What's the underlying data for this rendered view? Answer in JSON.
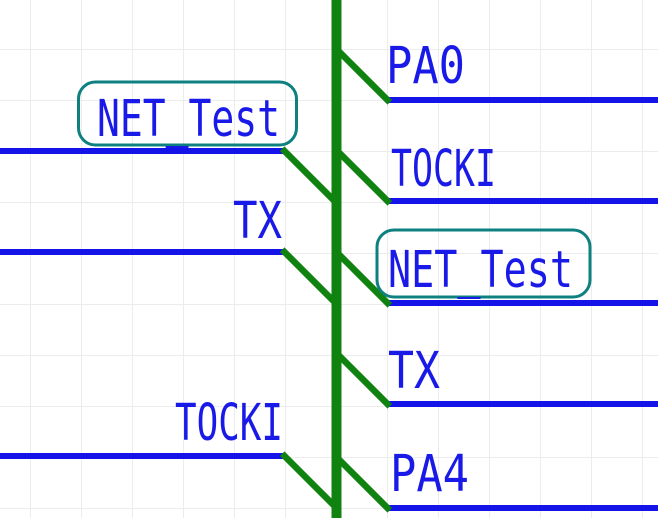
{
  "app": {
    "view": "schematic-canvas",
    "highlighted_net": "NET_Test"
  },
  "colors": {
    "wire": "#1414E8",
    "bus": "#108210",
    "label": "#1A1AE8",
    "highlight": "#0F8080",
    "grid": "#ECECEC",
    "bg": "#FFFFFF"
  },
  "labels": {
    "left": [
      {
        "text": "NET_Test",
        "highlighted": true
      },
      {
        "text": "TX",
        "highlighted": false
      },
      {
        "text": "TOCKI",
        "highlighted": false
      }
    ],
    "right": [
      {
        "text": "PA0",
        "highlighted": false
      },
      {
        "text": "TOCKI",
        "highlighted": false
      },
      {
        "text": "NET_Test",
        "highlighted": true
      },
      {
        "text": "TX",
        "highlighted": false
      },
      {
        "text": "PA4",
        "highlighted": false
      }
    ]
  }
}
